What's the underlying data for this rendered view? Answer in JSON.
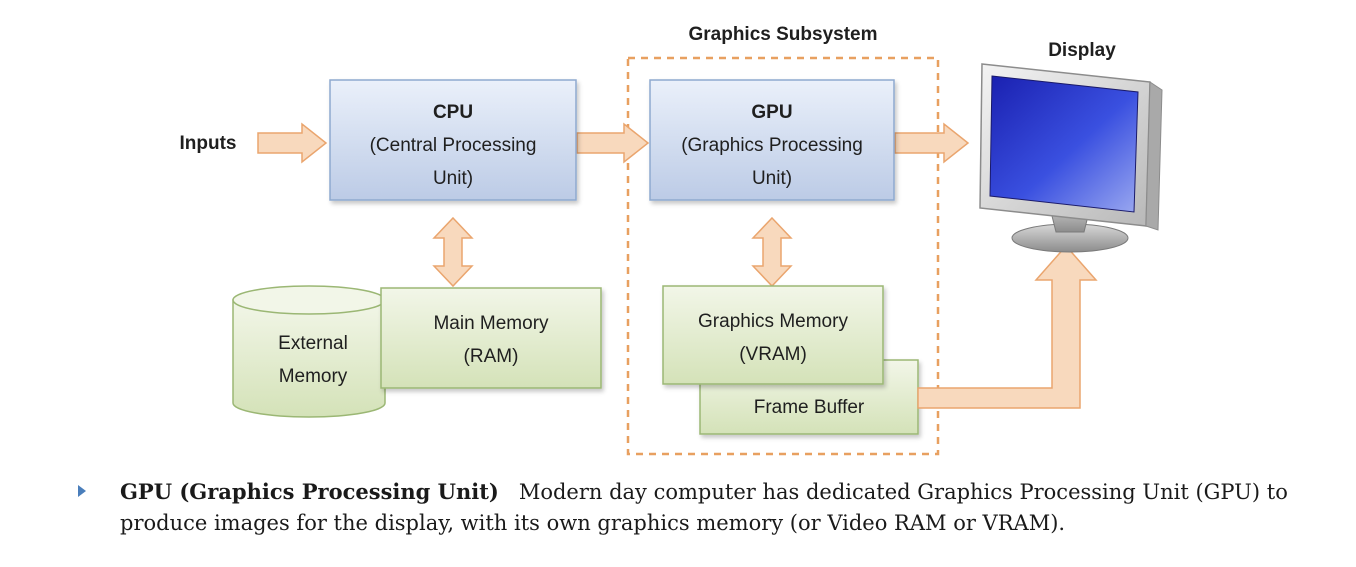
{
  "diagram": {
    "graphics_subsystem_label": "Graphics Subsystem",
    "display_label": "Display",
    "inputs_label": "Inputs",
    "cpu": {
      "title": "CPU",
      "line1": "(Central Processing",
      "line2": "Unit)"
    },
    "gpu": {
      "title": "GPU",
      "line1": "(Graphics Processing",
      "line2": "Unit)"
    },
    "main_memory": {
      "line1": "Main Memory",
      "line2": "(RAM)"
    },
    "external_memory": {
      "line1": "External",
      "line2": "Memory"
    },
    "graphics_memory": {
      "line1": "Graphics Memory",
      "line2": "(VRAM)"
    },
    "frame_buffer_label": "Frame Buffer",
    "colors": {
      "processor_fill": "#cfdcef",
      "processor_stroke": "#8ea9cf",
      "memory_fill": "#e4edd2",
      "memory_stroke": "#9bb774",
      "arrow_fill": "#f8d9bd",
      "arrow_stroke": "#eaa56e",
      "dashed_border": "#e8a060",
      "monitor_screen": "#2a35c8"
    }
  },
  "caption": {
    "term": "GPU (Graphics Processing Unit)",
    "body": "Modern day computer has dedicated Graphics Processing Unit (GPU) to produce images for the display, with its own graphics memory (or Video RAM or VRAM)."
  }
}
